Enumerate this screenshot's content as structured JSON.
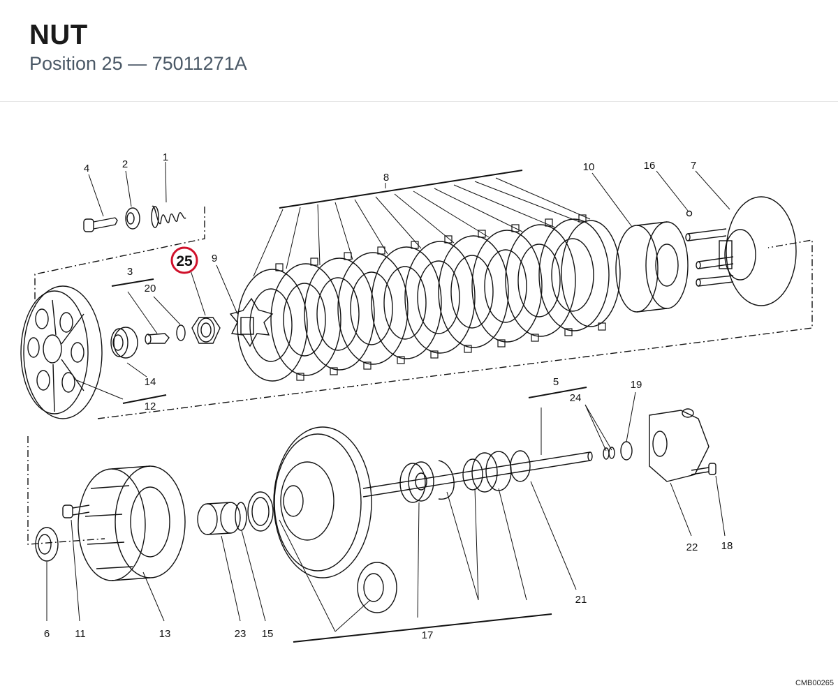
{
  "header": {
    "part_name": "NUT",
    "position_line": "Position 25 — 75011271A"
  },
  "diagram": {
    "highlight_callout": "25",
    "highlight_color": "#d0112b",
    "callouts": [
      "1",
      "2",
      "3",
      "4",
      "5",
      "6",
      "7",
      "8",
      "9",
      "10",
      "11",
      "12",
      "13",
      "14",
      "15",
      "16",
      "17",
      "18",
      "19",
      "20",
      "21",
      "22",
      "23",
      "24"
    ],
    "drawing_code": "CMB00265"
  }
}
